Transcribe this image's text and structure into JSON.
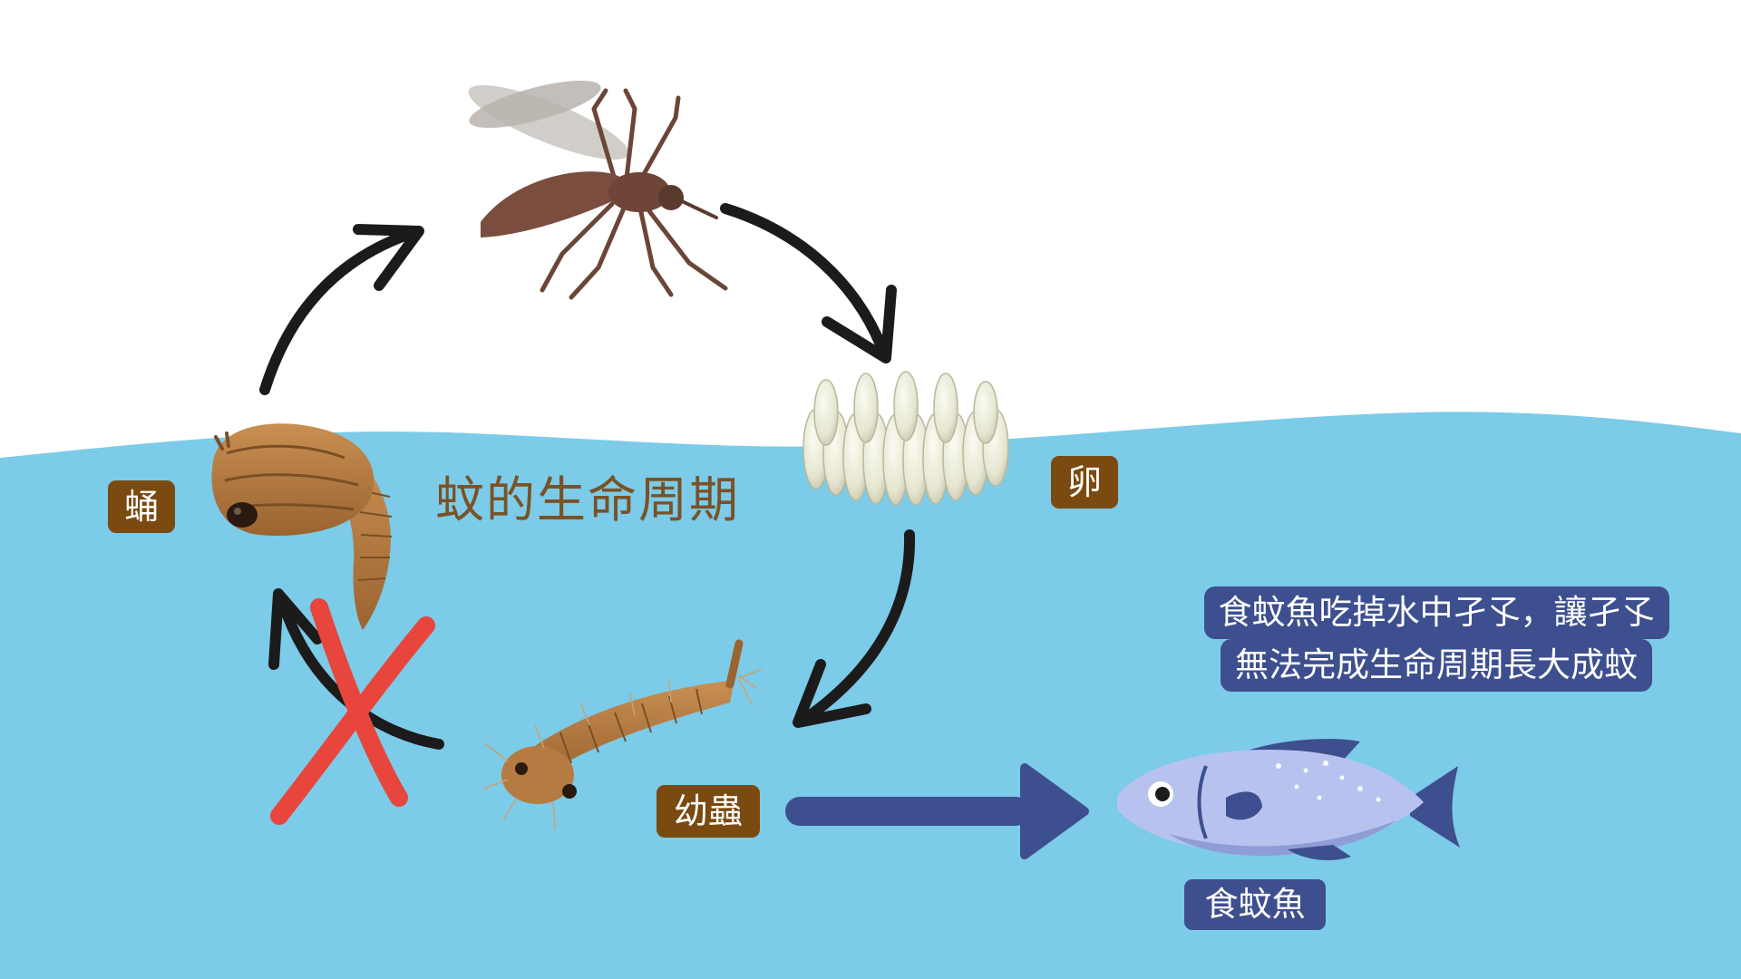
{
  "title": "蚊的生命周期",
  "stages": {
    "pupa": "蛹",
    "egg": "卵",
    "larva": "幼蟲"
  },
  "note": {
    "line1": "食蚊魚吃掉水中孑孓，讓孑孓",
    "line2": "無法完成生命周期長大成蚊"
  },
  "fish_label": "食蚊魚",
  "colors": {
    "water": "#7ccbe8",
    "badge_brown": "#7a4a10",
    "navy": "#3d4f8e",
    "title_brown": "#7a5226",
    "cross_red": "#e8453c",
    "fish": "#b7c3ee"
  }
}
